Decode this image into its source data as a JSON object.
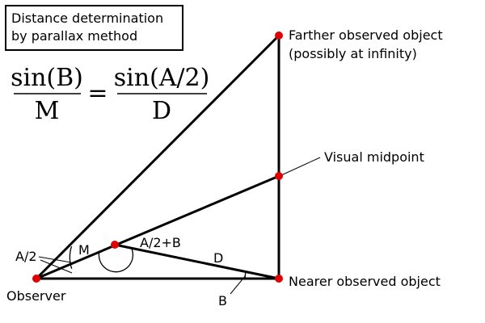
{
  "title": {
    "line1": "Distance determination",
    "line2": "by parallax method"
  },
  "formula": {
    "numerator_left": "sin(B)",
    "denominator_left": "M",
    "equals": "=",
    "numerator_right": "sin(A/2)",
    "denominator_right": "D"
  },
  "labels": {
    "farther_line1": "Farther observed object",
    "farther_line2": "(possibly at infinity)",
    "visual_midpoint": "Visual midpoint",
    "nearer": "Nearer observed object",
    "observer": "Observer",
    "angle_a2": "A/2",
    "side_m": "M",
    "angle_a2_plus_b": "A/2+B",
    "side_d": "D",
    "angle_b": "B"
  },
  "colors": {
    "point": "#e00000",
    "line": "#000000"
  }
}
